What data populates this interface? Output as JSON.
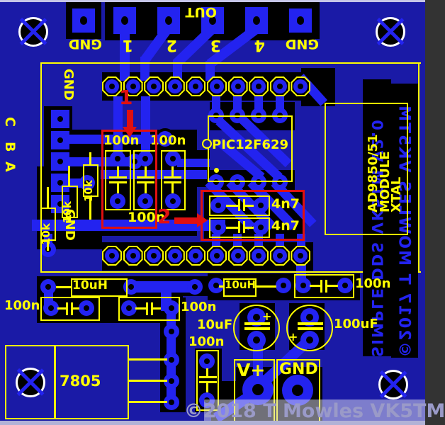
{
  "colors": {
    "board_background": "#1a1aa6",
    "copper_trace": "#2323f0",
    "silkscreen": "#ffff00",
    "clearance_black": "#000000",
    "annotation_red": "#e01010",
    "hole_ring_white": "#ffffff",
    "watermark_gray": "#9a9ac8"
  },
  "top_edge": {
    "out_label": "OUT",
    "gnd_left": "GND",
    "pin_numbers": [
      "1",
      "2",
      "3",
      "4"
    ],
    "gnd_right": "GND"
  },
  "left_edge": {
    "gnd_top": "GND",
    "pin_labels": [
      "C",
      "B",
      "A"
    ],
    "gnd_bottom": "GND"
  },
  "annotations": {
    "marker_1": "1",
    "marker_2": "2"
  },
  "components": {
    "ic_label": "PIC12F629",
    "module_lines": [
      "AD9850/51",
      "MODULE",
      "XTAL"
    ],
    "caps_100n": [
      "100n",
      "100n",
      "100n",
      "100n",
      "100n",
      "100n",
      "100n"
    ],
    "resistors_10k": [
      "10k",
      "10k",
      "10k"
    ],
    "caps_4n7": [
      "4n7",
      "4n7"
    ],
    "inductors_10uH": [
      "10uH",
      "10uH"
    ],
    "cap_10uF": "10uF",
    "cap_100uF": "100uF",
    "plus_sign": "+",
    "regulator": "7805",
    "terminal_vplus": "V+",
    "terminal_gnd": "GND"
  },
  "copper_text": {
    "version_text": "SIMPLE DDS VK5TM V2.0",
    "copyright_text": "©2017 T MOWLES VK5TM"
  },
  "watermark": {
    "text": "©2018 T Mowles VK5TM"
  }
}
